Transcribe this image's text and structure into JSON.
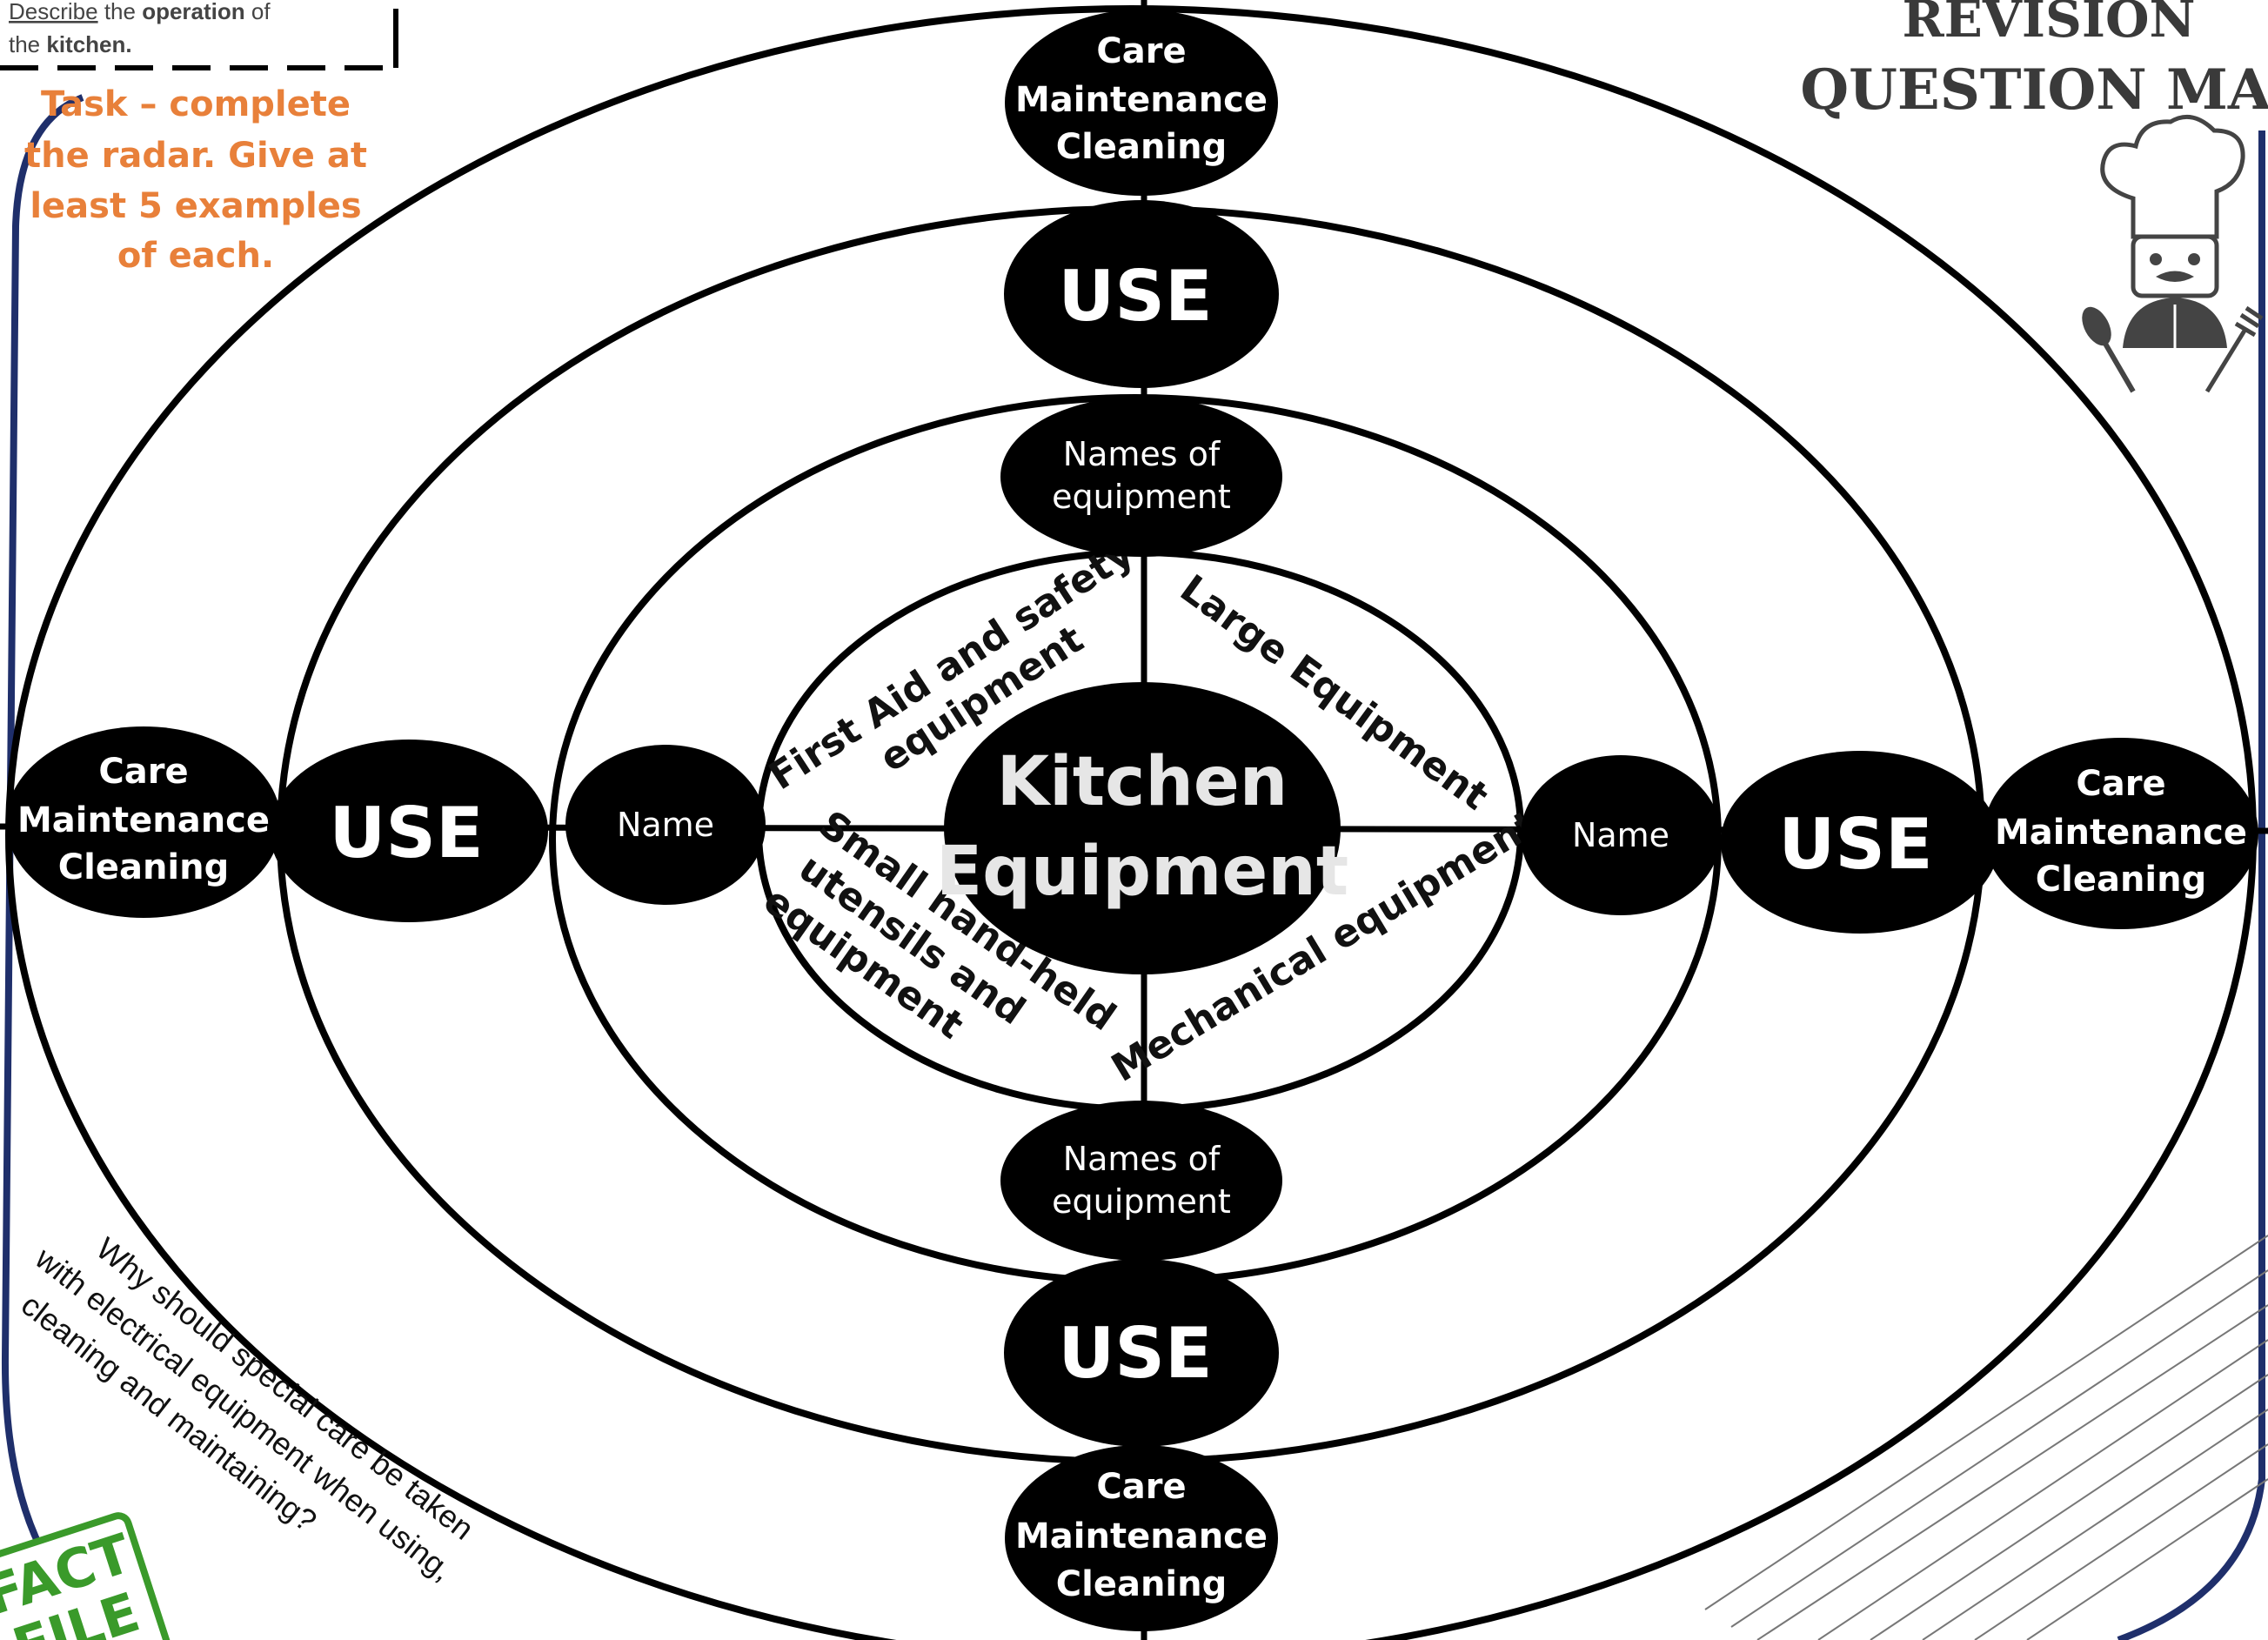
{
  "header": {
    "describe_prefix": "Describe",
    "describe_mid": " the ",
    "describe_bold1": "operation",
    "describe_suffix": "  of",
    "describe_line2_prefix": "the ",
    "describe_line2_bold": "kitchen."
  },
  "task": {
    "line1": "Task – complete",
    "line2": "the radar. Give at",
    "line3": "least 5 examples",
    "line4": "of each."
  },
  "title": {
    "line1": "REVISION",
    "line2": "QUESTION MAT"
  },
  "center": {
    "line1": "Kitchen",
    "line2": "Equipment"
  },
  "quadrants": {
    "top_left_line1": "First Aid and safety",
    "top_left_line2": "equipment",
    "top_right": "Large Equipment",
    "bottom_left_line1": "Small hand-held",
    "bottom_left_line2": "utensils and",
    "bottom_left_line3": "equipment",
    "bottom_right": "Mechanical equipment"
  },
  "names": {
    "top_line1": "Names of",
    "top_line2": "equipment",
    "bottom_line1": "Names of",
    "bottom_line2": "equipment",
    "left": "Name",
    "right": "Name"
  },
  "use_label": "USE",
  "care": {
    "line1": "Care",
    "line2": "Maintenance",
    "line3": "Cleaning"
  },
  "question": {
    "line1": "Why should special care be taken",
    "line2": "with electrical equipment when using,",
    "line3": "cleaning and maintaining?"
  },
  "fact_file": {
    "line1": "FACT",
    "line2": "FILE"
  },
  "colors": {
    "accent_orange": "#e8803a",
    "border_navy": "#1f2f6b",
    "fact_green": "#3a9a2a",
    "title_gray": "#3a3a3a"
  },
  "icons": [
    "chef-icon",
    "spoon-icon",
    "fork-icon"
  ]
}
